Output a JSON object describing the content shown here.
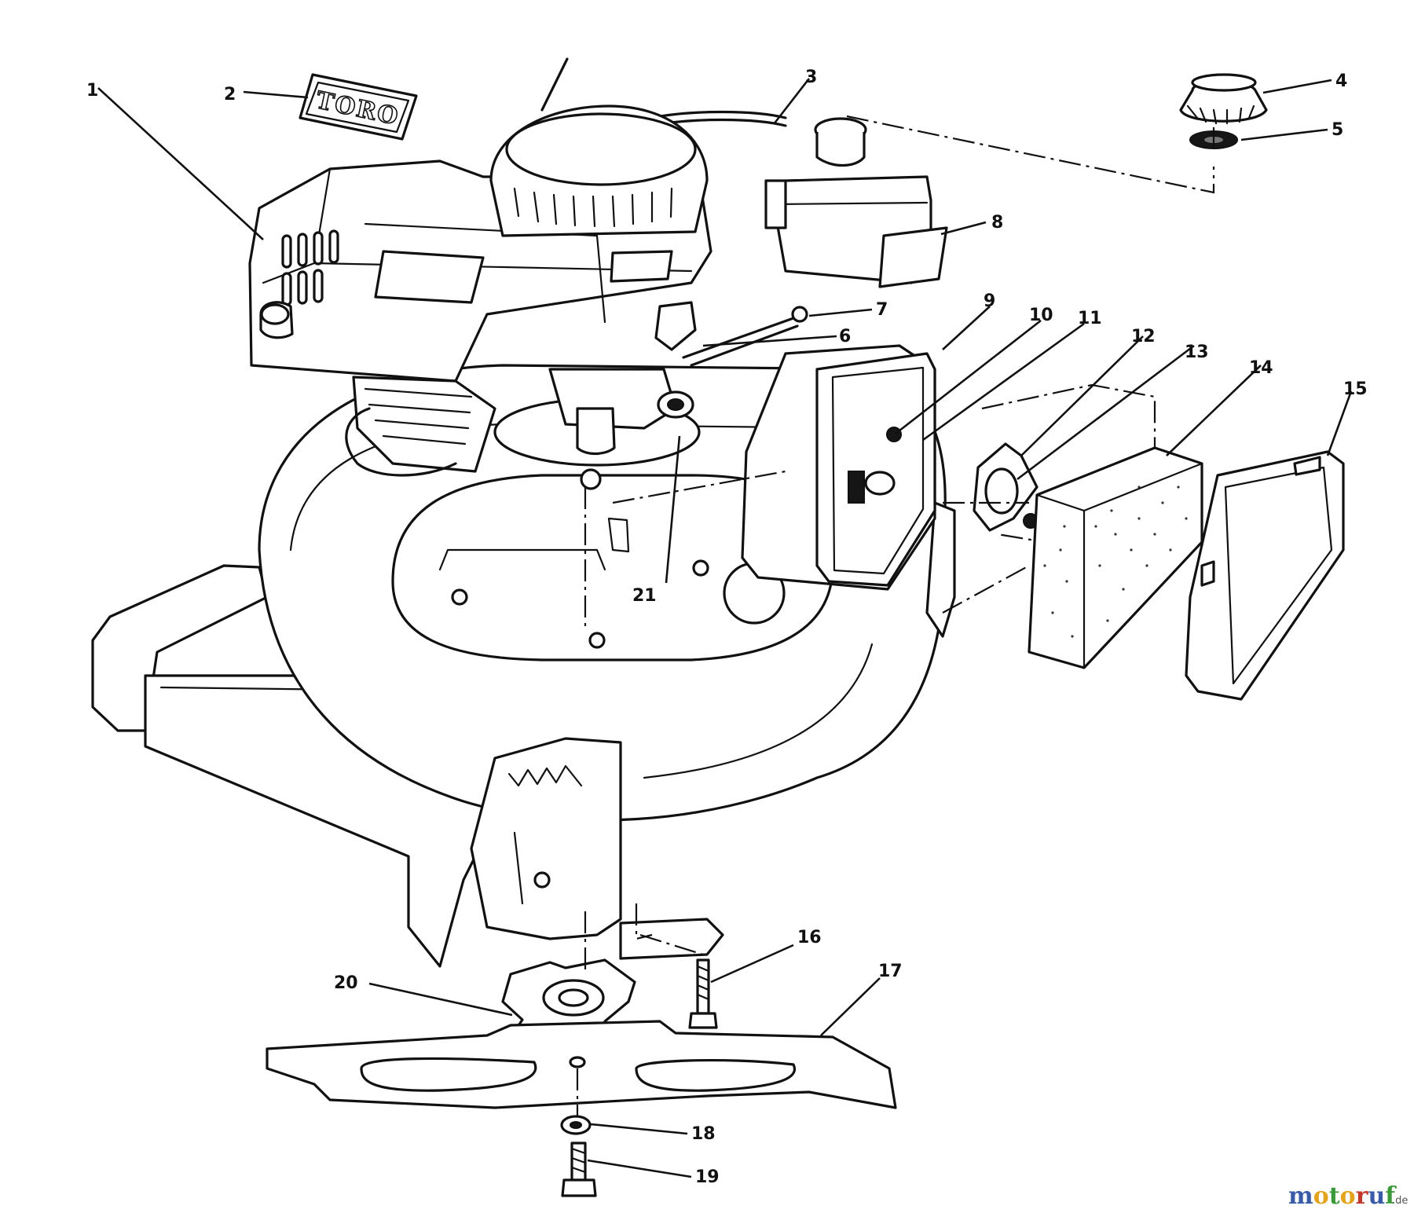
{
  "callouts": [
    "1",
    "2",
    "3",
    "4",
    "5",
    "6",
    "7",
    "8",
    "9",
    "10",
    "11",
    "12",
    "13",
    "14",
    "15",
    "16",
    "17",
    "18",
    "19",
    "20",
    "21"
  ],
  "decal_text": "TORO",
  "watermark": {
    "letters": [
      "m",
      "o",
      "t",
      "o",
      "r",
      "u",
      "f"
    ],
    "letter_colors": [
      "#3a5ba8",
      "#e3a31a",
      "#3a9a3a",
      "#e3a31a",
      "#c0392b",
      "#3a5ba8",
      "#3a9a3a"
    ],
    "suffix": ".de"
  }
}
